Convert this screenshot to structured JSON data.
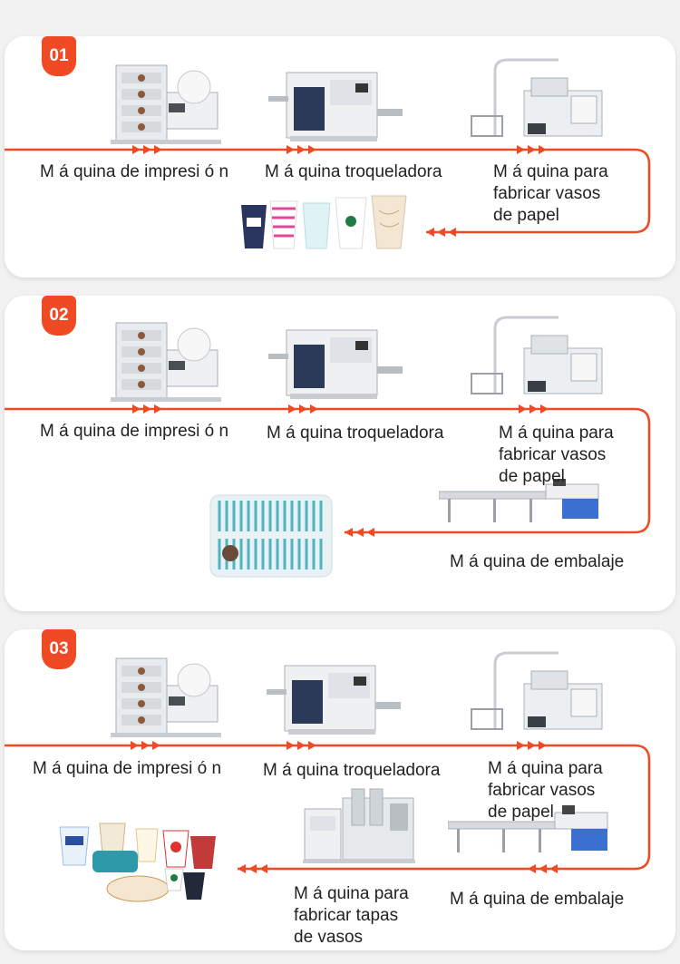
{
  "sections": [
    {
      "number": "01",
      "labels": {
        "printing": "M á quina de impresi ó n",
        "diecutting": "M á quina troqueladora",
        "cupmaking": [
          "M á quina para",
          "fabricar vasos",
          "de papel"
        ]
      }
    },
    {
      "number": "02",
      "labels": {
        "printing": "M á quina de impresi ó n",
        "diecutting": "M á quina troqueladora",
        "cupmaking": [
          "M á quina para",
          "fabricar vasos",
          "de papel"
        ],
        "packing": "M á quina de embalaje"
      }
    },
    {
      "number": "03",
      "labels": {
        "printing": "M á quina de impresi ó n",
        "diecutting": "M á quina troqueladora",
        "cupmaking": [
          "M á quina para",
          "fabricar vasos",
          "de papel"
        ],
        "packing": "M á quina de embalaje",
        "lidmaking": [
          "M á quina para",
          "fabricar tapas",
          "de vasos"
        ]
      }
    }
  ],
  "colors": {
    "accent": "#ef4a24",
    "card": "#ffffff",
    "background": "#f2f2f2",
    "machine_blue": "#3b6fd0"
  }
}
